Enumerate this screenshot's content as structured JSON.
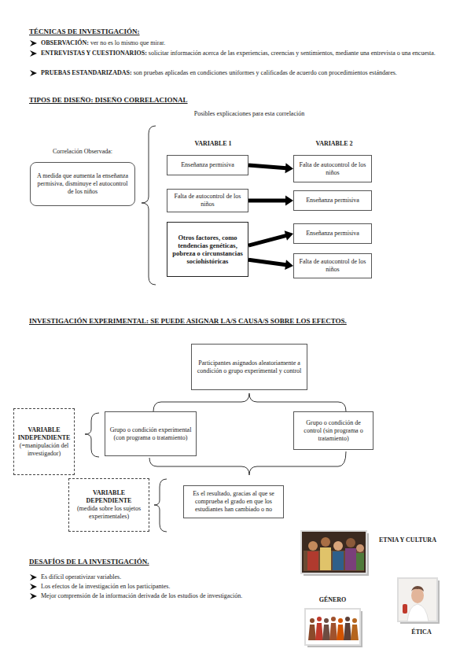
{
  "diagram": {
    "nodes": [
      {
        "text": [
          "Correlación Observada:",
          "A medida que aumenta la enseñanza permisiva, disminuye el autocontrol de los niños"
        ]
      },
      {
        "text": [
          "Enseñanza permisiva"
        ]
      },
      {
        "text": [
          "Falta de autocontrol de los niños"
        ]
      },
      {
        "text": [
          "Falta de autocontrol de los niños"
        ]
      },
      {
        "text": [
          "Enseñanza permisiva"
        ]
      },
      {
        "text": [
          "Otros factores, como tendencias genéticas, pobreza o circunstancias sociohistóricas"
        ]
      },
      {
        "text": [
          "Enseñanza permisiva"
        ]
      },
      {
        "text": [
          "Falta de autocontrol de los niños"
        ]
      },
      {
        "text": [
          "Participantes asignados aleatoriamente a condición o grupo experimental y control"
        ]
      },
      {
        "text": [
          "VARIABLE INDEPENDIENTE",
          "(=manipulación del investigador)"
        ]
      },
      {
        "text": [
          "Grupo o condición experimental (con programa o tratamiento)"
        ]
      },
      {
        "text": [
          "Grupo o condición de control (sin programa o tratamiento)"
        ]
      },
      {
        "text": [
          "VARIABLE DEPENDIENTE",
          "(medida sobre los sujetos experimentales)"
        ]
      },
      {
        "text": [
          "Es el resultado, gracias al que se comprueba el grado en que los estudiantes han cambiado o no"
        ]
      }
    ],
    "edges": [
      {
        "from": 1,
        "to": 2,
        "arrow": "to"
      },
      {
        "from": 3,
        "to": 4,
        "arrow": "to"
      },
      {
        "from": 5,
        "to": 6,
        "arrow": "to"
      },
      {
        "from": 5,
        "to": 7,
        "arrow": "to"
      }
    ],
    "labels": [
      "TÉCNICAS DE INVESTIGACIÓN:",
      "OBSERVACIÓN:",
      "ver no es lo mismo que mirar.",
      "ENTREVISTAS Y CUESTIONARIOS:",
      "solicitar información acerca de las experiencias, creencias y sentimientos, mediante una entrevista o una encuesta.",
      "PRUEBAS ESTANDARIZADAS:",
      "son pruebas aplicadas en condiciones uniformes y calificadas de acuerdo con procedimientos estándares.",
      "TIPOS DE DISEÑO: DISEÑO CORRELACIONAL",
      "Posibles explicaciones para esta correlación",
      "VARIABLE 1",
      "VARIABLE 2",
      "INVESTIGACIÓN EXPERIMENTAL: SE PUEDE ASIGNAR LA/S CAUSA/S SOBRE LOS EFECTOS.",
      "ETNIA Y CULTURA",
      "DESAFÍOS DE LA INVESTIGACIÓN.",
      "Es difícil operativizar variables.",
      "Los efectos de la investigación en los participantes.",
      "Mejor comprensión de la información derivada de los estudios de investigación.",
      "GÉNERO",
      "ÉTICA"
    ]
  }
}
